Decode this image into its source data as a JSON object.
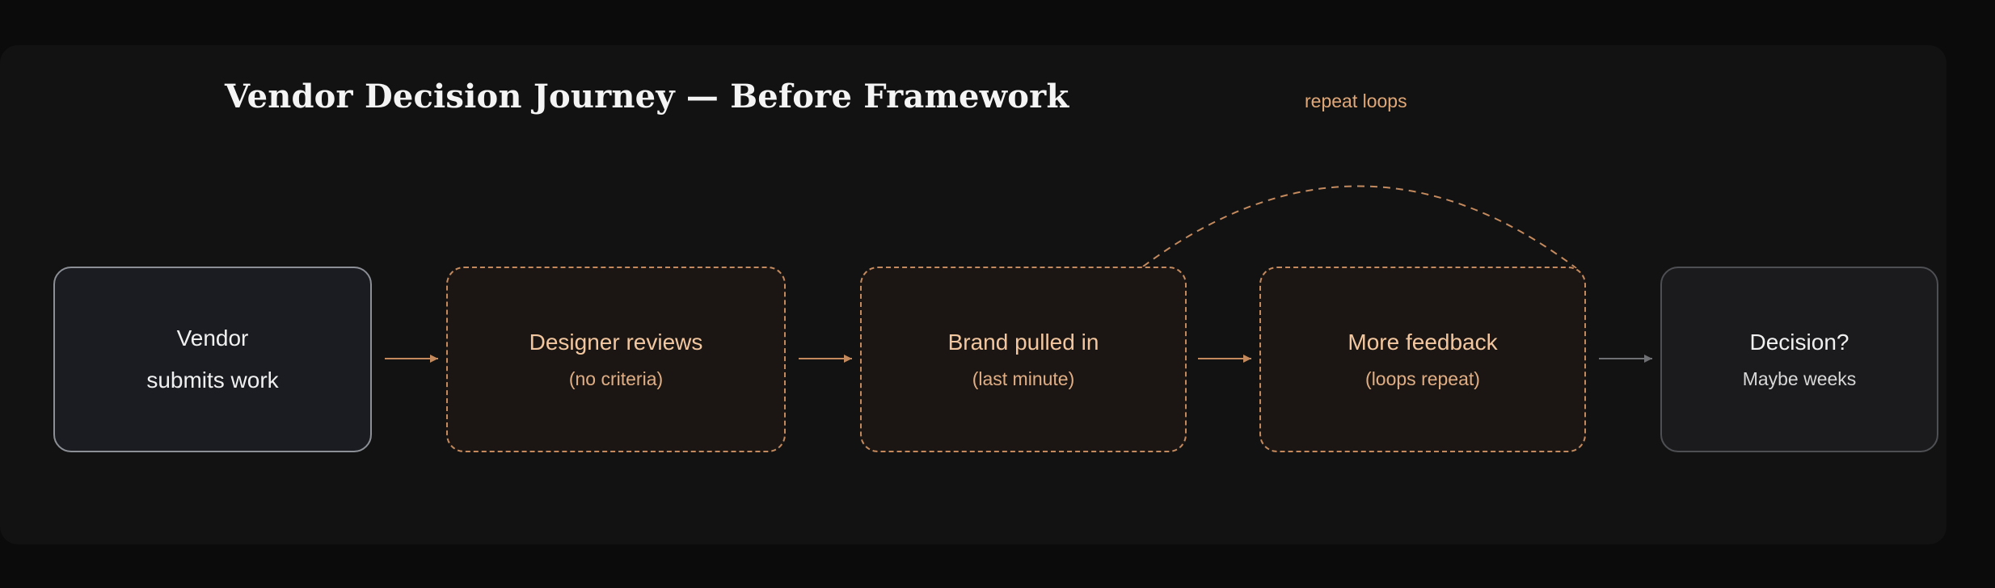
{
  "title": "Vendor Decision Journey — Before Framework",
  "loop_label": "repeat loops",
  "colors": {
    "background": "#121212",
    "accent": "#c48a5e",
    "neutral_border": "#8c8f96",
    "end_border": "#4e4f53",
    "end_arrow": "#6f7074"
  },
  "nodes": [
    {
      "line1": "Vendor",
      "line2": "submits work",
      "style": "solid"
    },
    {
      "line1": "Designer reviews",
      "line2": "(no criteria)",
      "style": "dashed"
    },
    {
      "line1": "Brand pulled in",
      "line2": "(last minute)",
      "style": "dashed"
    },
    {
      "line1": "More feedback",
      "line2": "(loops repeat)",
      "style": "dashed"
    },
    {
      "line1": "Decision?",
      "line2": "Maybe weeks",
      "style": "end"
    }
  ]
}
